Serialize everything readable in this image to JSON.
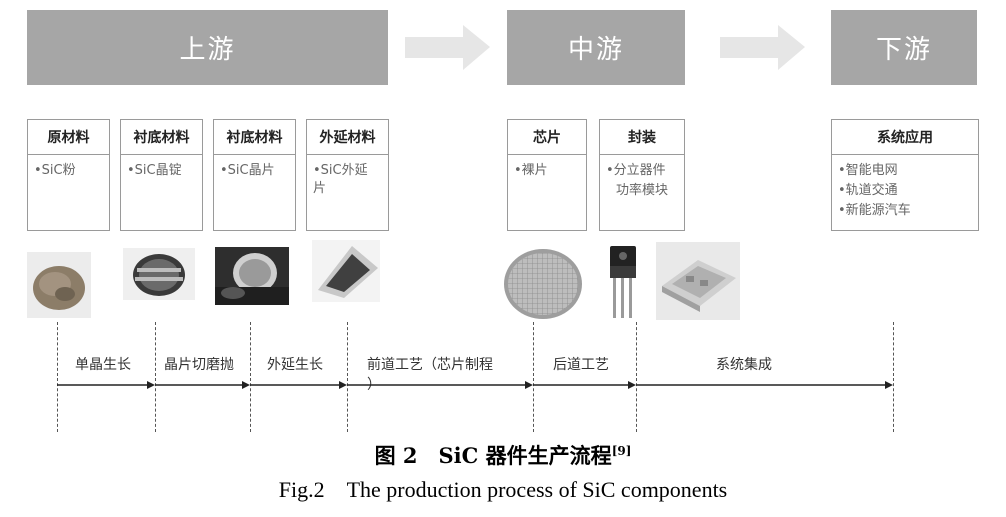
{
  "stages": {
    "upstream": "上游",
    "midstream": "中游",
    "downstream": "下游"
  },
  "boxes": {
    "raw": {
      "title": "原材料",
      "items": [
        "•SiC粉"
      ]
    },
    "substrate1": {
      "title": "衬底材料",
      "items": [
        "•SiC晶锭"
      ]
    },
    "substrate2": {
      "title": "衬底材料",
      "items": [
        "•SiC晶片"
      ]
    },
    "epitaxy": {
      "title": "外延材料",
      "items": [
        "•SiC外延",
        "片"
      ]
    },
    "chip": {
      "title": "芯片",
      "items": [
        "•裸片"
      ]
    },
    "package": {
      "title": "封装",
      "items": [
        "•分立器件",
        "功率模块"
      ]
    },
    "system": {
      "title": "系统应用",
      "items": [
        "•智能电网",
        "•轨道交通",
        "•新能源汽车"
      ]
    }
  },
  "timeline": {
    "labels": [
      "单晶生长",
      "晶片切磨抛",
      "外延生长",
      "前道工艺（芯片制程",
      "）",
      "后道工艺",
      "系统集成"
    ]
  },
  "caption": {
    "cn_prefix": "图 2　SiC 器件生产流程",
    "cn_ref": "[9]",
    "en": "Fig.2　The production process of SiC components"
  },
  "colors": {
    "stage_bg": "#a6a6a6",
    "arrow_fill": "#e6e6e6",
    "border": "#9a9a9a"
  }
}
